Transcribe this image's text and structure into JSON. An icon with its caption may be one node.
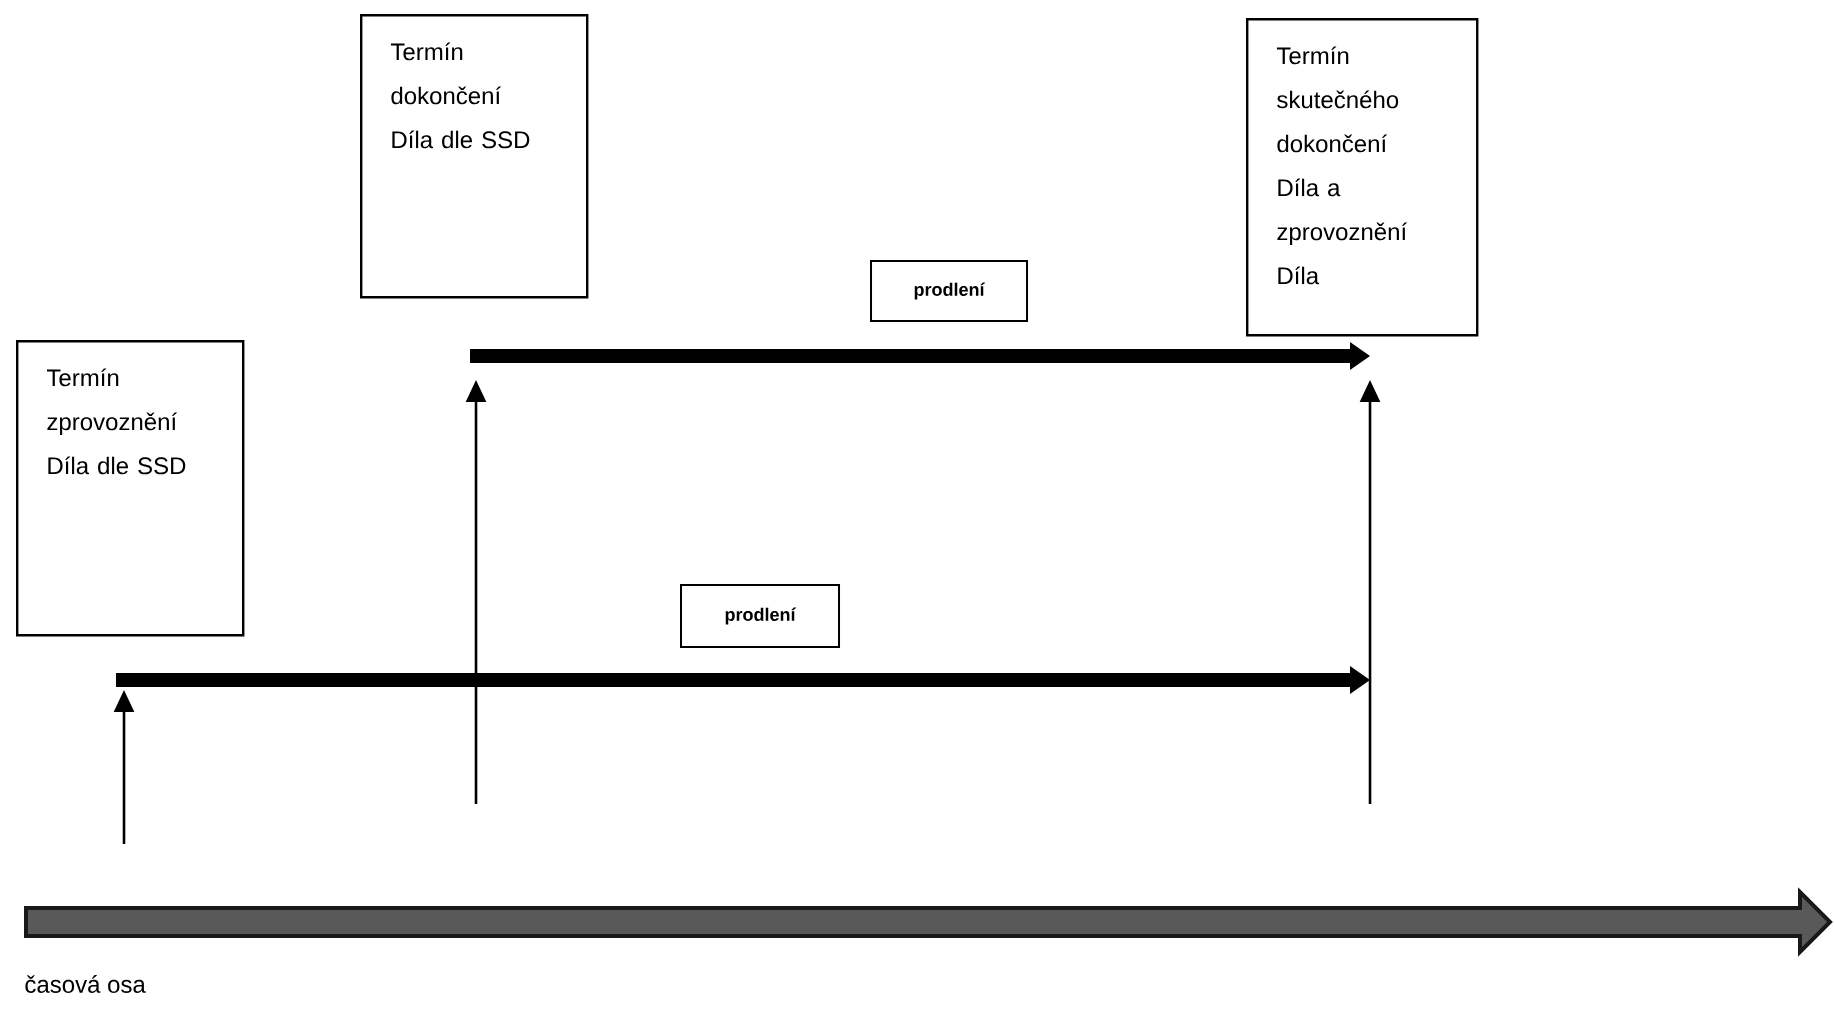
{
  "diagram": {
    "nodes": [
      {
        "text": [
          "Termín zprovoznění Díla dle SSD"
        ]
      },
      {
        "text": [
          "Termín dokončení Díla dle SSD"
        ]
      },
      {
        "text": [
          "Termín skutečného dokončení Díla a zprovoznění Díla"
        ]
      },
      {
        "text": [
          "prodlení"
        ]
      },
      {
        "text": [
          "prodlení"
        ]
      }
    ],
    "labels": [
      "časová osa"
    ]
  }
}
